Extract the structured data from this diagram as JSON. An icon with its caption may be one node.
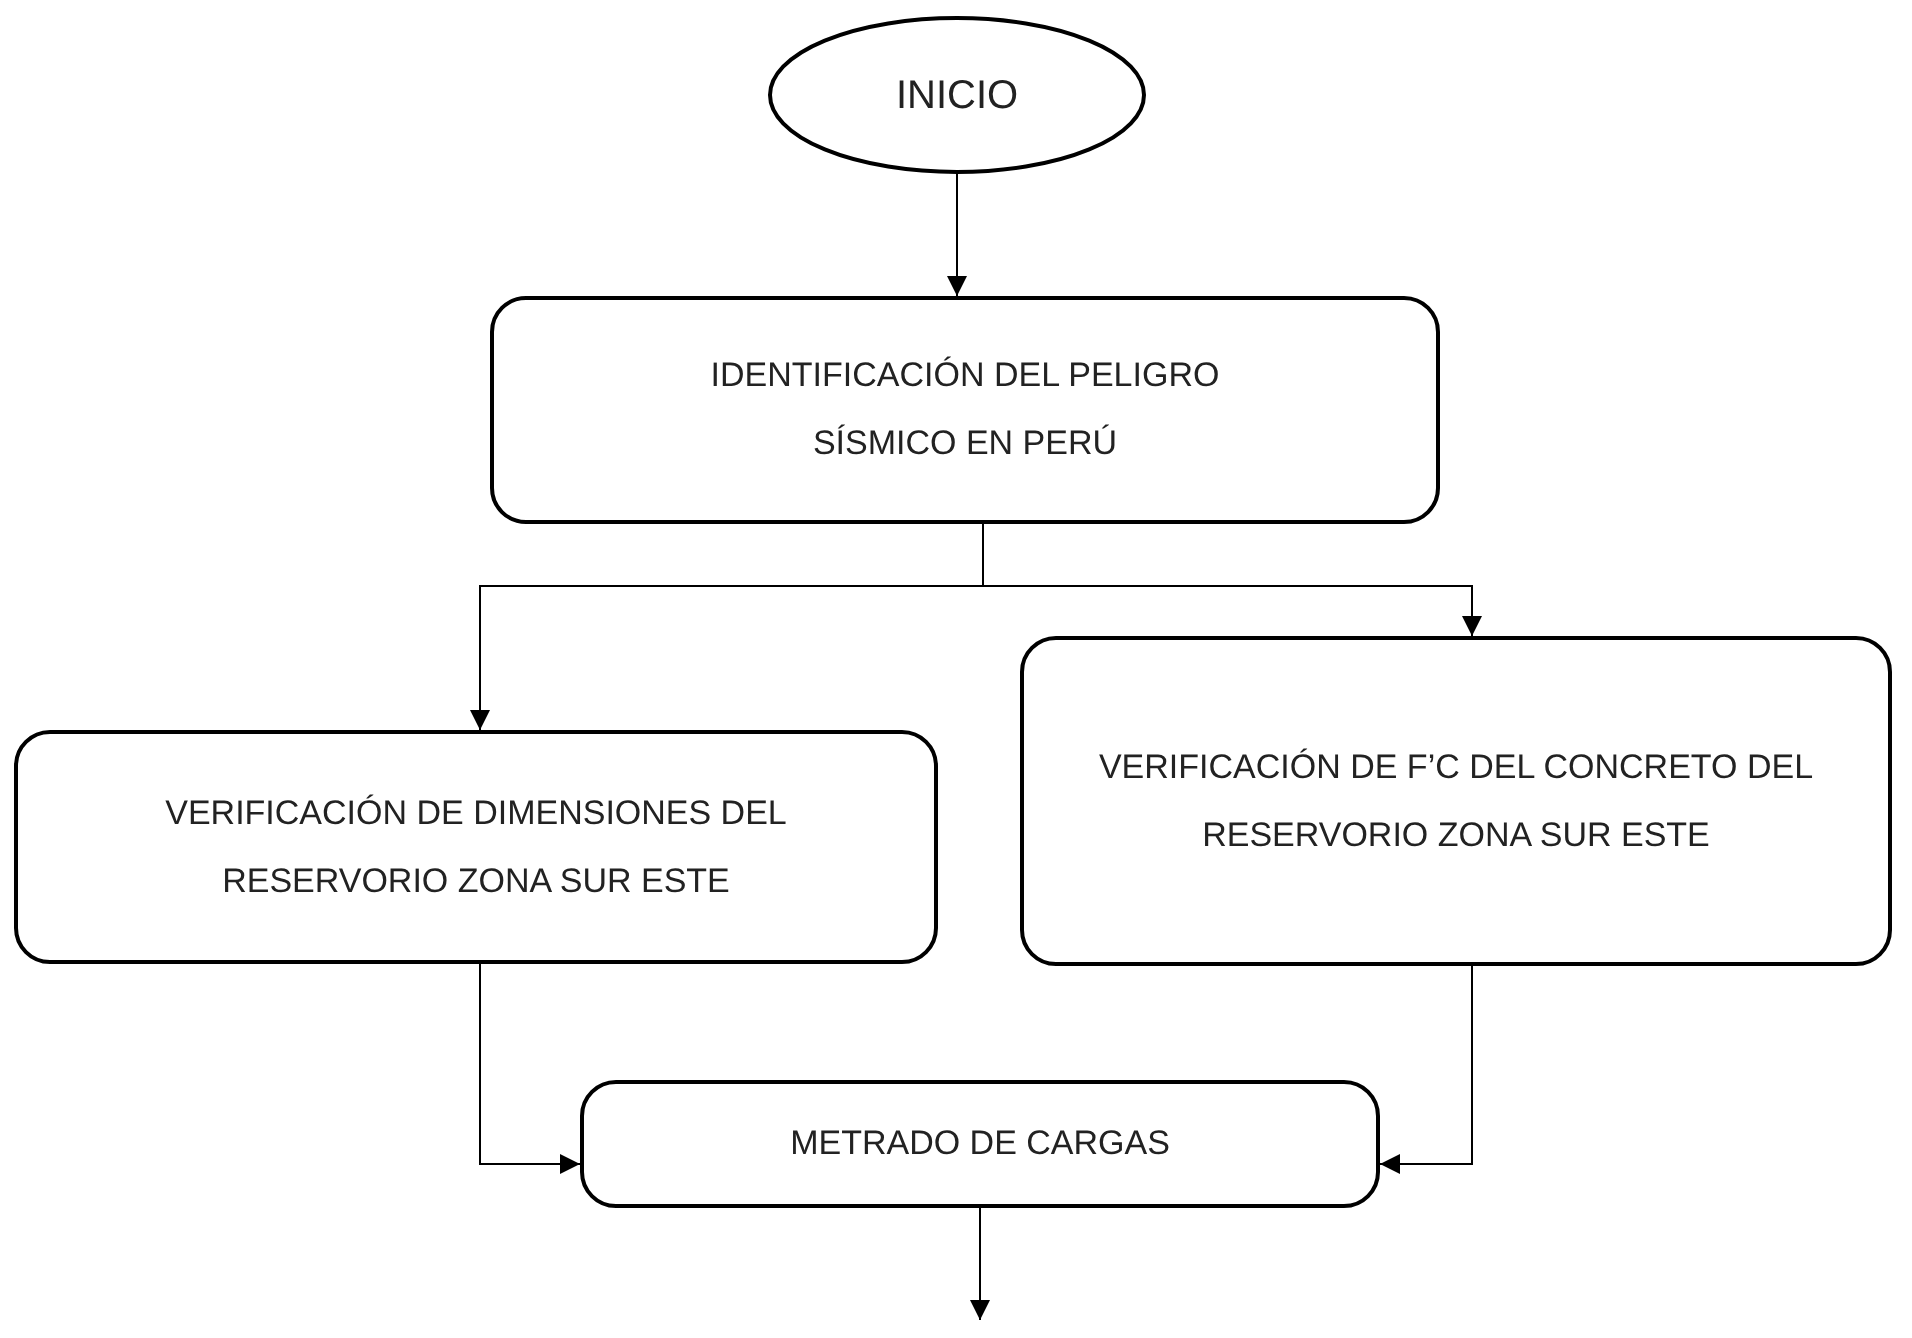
{
  "diagram": {
    "nodes": [
      {
        "text": [
          "INICIO"
        ]
      },
      {
        "text": [
          "IDENTIFICACIÓN DEL PELIGRO SÍSMICO EN PERÚ"
        ]
      },
      {
        "text": [
          "VERIFICACIÓN DE DIMENSIONES DEL RESERVORIO ZONA SUR ESTE"
        ]
      },
      {
        "text": [
          "VERIFICACIÓN DE F’C DEL CONCRETO DEL RESERVORIO ZONA SUR ESTE"
        ]
      },
      {
        "text": [
          "METRADO DE CARGAS"
        ]
      }
    ],
    "edges": [
      {
        "from": 0,
        "to": 1,
        "arrow": "to"
      },
      {
        "from": 1,
        "to": 2,
        "arrow": "to"
      },
      {
        "from": 1,
        "to": 3,
        "arrow": "to"
      },
      {
        "from": 2,
        "to": 4,
        "arrow": "to"
      },
      {
        "from": 3,
        "to": 4,
        "arrow": "to"
      },
      {
        "from": 4,
        "to": null,
        "arrow": "to"
      }
    ]
  }
}
